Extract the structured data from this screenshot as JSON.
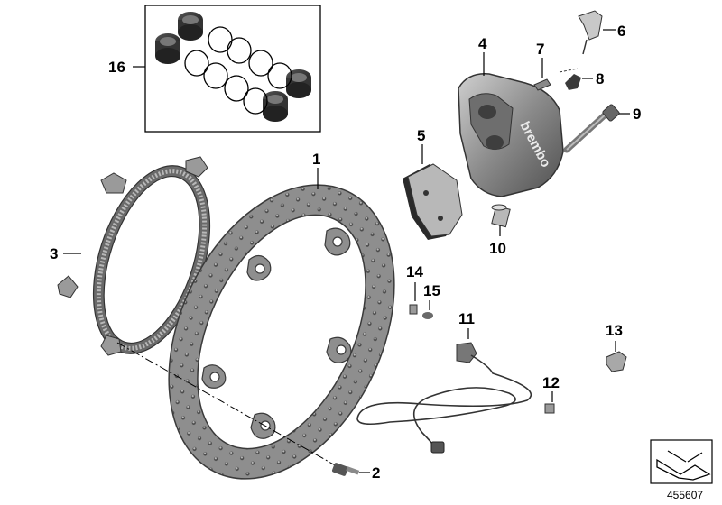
{
  "callouts": {
    "c1": "1",
    "c2": "2",
    "c3": "3",
    "c4": "4",
    "c5": "5",
    "c6": "6",
    "c7": "7",
    "c8": "8",
    "c9": "9",
    "c10": "10",
    "c11": "11",
    "c12": "12",
    "c13": "13",
    "c14": "14",
    "c15": "15",
    "c16": "16"
  },
  "caliper_logo_text": "brembo",
  "reference_number": "455607",
  "colors": {
    "metal_dark": "#5a5a5a",
    "metal_mid": "#8c8c8c",
    "metal_light": "#c4c4c4",
    "rubber": "#2c2c2c"
  }
}
